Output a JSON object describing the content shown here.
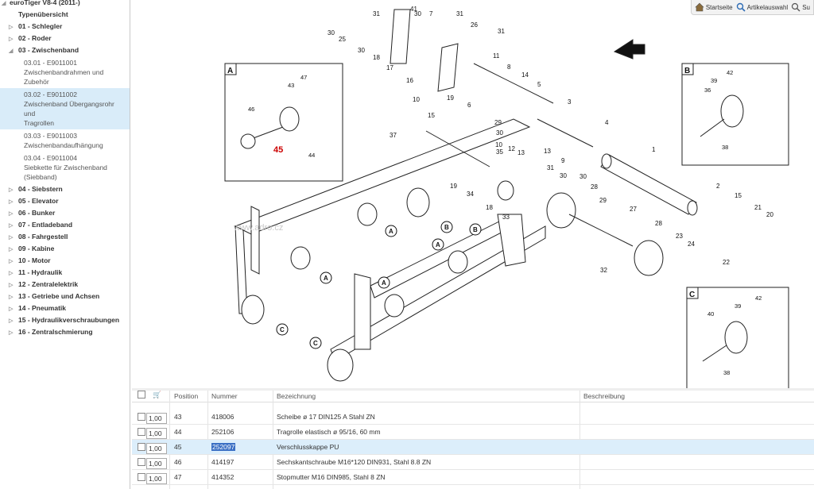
{
  "sidebar": {
    "root": "euroTiger V8-4 (2011-)",
    "overview": "Typenübersicht",
    "items": [
      {
        "label": "01 - Schlegler"
      },
      {
        "label": "02 - Roder"
      },
      {
        "label": "03 - Zwischenband"
      }
    ],
    "subitems": [
      {
        "line1": "03.01 - E9011001",
        "line2": "Zwischenbandrahmen und",
        "line3": "Zubehör"
      },
      {
        "line1": "03.02 - E9011002",
        "line2": "Zwischenband Übergangsrohr und",
        "line3": "Tragrollen"
      },
      {
        "line1": "03.03 - E9011003",
        "line2": "Zwischenbandaufhängung",
        "line3": ""
      },
      {
        "line1": "03.04 - E9011004",
        "line2": "Siebkette für Zwischenband",
        "line3": "(Siebband)"
      }
    ],
    "rest": [
      {
        "label": "04 - Siebstern"
      },
      {
        "label": "05 - Elevator"
      },
      {
        "label": "06 - Bunker"
      },
      {
        "label": "07 - Entladeband"
      },
      {
        "label": "08 - Fahrgestell"
      },
      {
        "label": "09 - Kabine"
      },
      {
        "label": "10 - Motor"
      },
      {
        "label": "11 - Hydraulik"
      },
      {
        "label": "12 - Zentralelektrik"
      },
      {
        "label": "13 - Getriebe und Achsen"
      },
      {
        "label": "14 - Pneumatik"
      },
      {
        "label": "15 - Hydraulikverschraubungen"
      },
      {
        "label": "16 - Zentralschmierung"
      }
    ]
  },
  "toolbar": {
    "home_label": "Startseite",
    "article_label": "Artikelauswahl",
    "search_label": "Su"
  },
  "drawing": {
    "watermark": "www.adro.cz",
    "inset_a": {
      "letter": "A",
      "callouts": [
        "47",
        "43",
        "46",
        "45",
        "44"
      ]
    },
    "inset_b": {
      "letter": "B",
      "callouts": [
        "42",
        "39",
        "36",
        "38"
      ]
    },
    "inset_c": {
      "letter": "C",
      "callouts": [
        "42",
        "39",
        "40",
        "38"
      ]
    },
    "callouts": [
      "41",
      "31",
      "30",
      "7",
      "31",
      "30",
      "25",
      "26",
      "31",
      "30",
      "18",
      "17",
      "16",
      "11",
      "8",
      "14",
      "5",
      "19",
      "6",
      "10",
      "15",
      "29",
      "30",
      "3",
      "10",
      "13",
      "4",
      "37",
      "35",
      "13",
      "9",
      "30",
      "12",
      "1",
      "31",
      "30",
      "19",
      "34",
      "18",
      "33",
      "28",
      "2",
      "15",
      "29",
      "27",
      "21",
      "20",
      "23",
      "24",
      "22",
      "28",
      "32"
    ],
    "roller_labels": [
      "A",
      "B",
      "B",
      "A",
      "A",
      "A",
      "C",
      "C"
    ]
  },
  "grid": {
    "headers": {
      "position": "Position",
      "nummer": "Nummer",
      "bezeichnung": "Bezeichnung",
      "beschreibung": "Beschreibung"
    },
    "rows": [
      {
        "qty": "1,00",
        "pos": "43",
        "num": "418006",
        "desc": "Scheibe ø 17 DIN125 A Stahl ZN",
        "selected": false
      },
      {
        "qty": "1,00",
        "pos": "44",
        "num": "252106",
        "desc": "Tragrolle elastisch ø 95/16, 60 mm",
        "selected": false
      },
      {
        "qty": "1,00",
        "pos": "45",
        "num": "252097",
        "desc": "Verschlusskappe PU",
        "selected": true
      },
      {
        "qty": "1,00",
        "pos": "46",
        "num": "414197",
        "desc": "Sechskantschraube M16*120 DIN931, Stahl 8.8 ZN",
        "selected": false
      },
      {
        "qty": "1,00",
        "pos": "47",
        "num": "414352",
        "desc": "Stopmutter M16 DIN985, Stahl 8 ZN",
        "selected": false
      }
    ]
  },
  "colors": {
    "selection": "#dceefb",
    "highlight": "#3a6fc4",
    "callout_red": "#cc0000"
  }
}
